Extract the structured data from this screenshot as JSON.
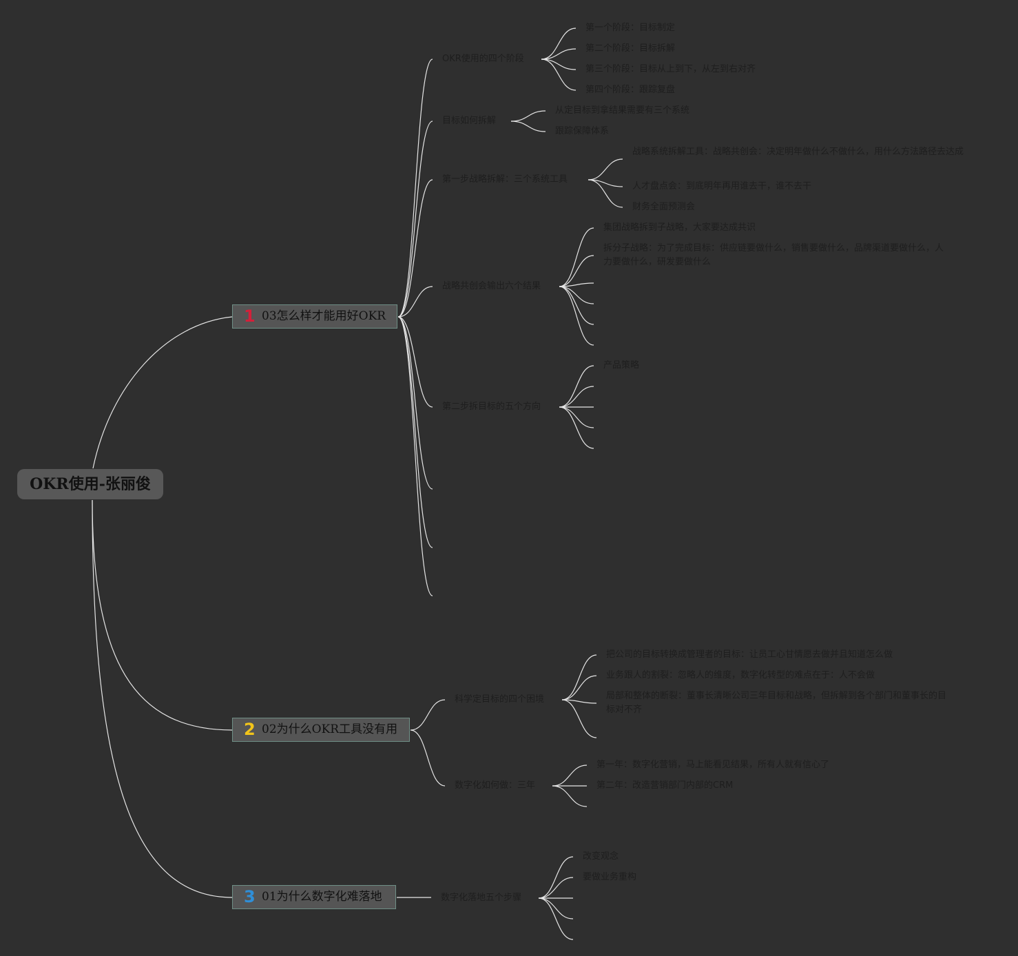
{
  "root": {
    "label": "OKR使用-张丽俊"
  },
  "colors": {
    "badge1": "#d3203a",
    "badge2": "#f2c41a",
    "badge3": "#2f8fd8",
    "line": "#e6e6e6"
  },
  "branches": [
    {
      "badge": "1",
      "label": "03怎么样才能用好OKR",
      "children": [
        {
          "label": "OKR使用的四个阶段",
          "children": [
            "第一个阶段：目标制定",
            "第二个阶段：目标拆解",
            "第三个阶段：目标从上到下，从左到右对齐",
            "第四个阶段：跟踪复盘"
          ]
        },
        {
          "label": "目标如何拆解",
          "children": [
            "从定目标到拿结果需要有三个系统",
            "跟踪保障体系"
          ]
        },
        {
          "label": "第一步战略拆解：三个系统工具",
          "children": [
            "战略系统拆解工具：战略共创会：决定明年做什么不做什么，用什么方法路径去达成",
            "人才盘点会：到底明年再用谁去干，谁不去干",
            "财务全面预测会"
          ]
        },
        {
          "label": "战略共创会输出六个结果",
          "children": [
            "集团战略拆到子战略，大家要达成共识",
            "拆分子战略：为了完成目标：供应链要做什么，销售要做什么，品牌渠道要做什么，人力要做什么，研发要做什么"
          ]
        },
        {
          "label": "第二步拆目标的五个方向",
          "children": [
            "产品策略"
          ]
        }
      ]
    },
    {
      "badge": "2",
      "label": "02为什么OKR工具没有用",
      "children": [
        {
          "label": "科学定目标的四个困境",
          "children": [
            "把公司的目标转换成管理者的目标：让员工心甘情愿去做并且知道怎么做",
            "业务跟人的割裂：忽略人的维度，数字化转型的难点在于：人不会做",
            "局部和整体的断裂：董事长清晰公司三年目标和战略，但拆解到各个部门和董事长的目标对不齐"
          ]
        },
        {
          "label": "数字化如何做：三年",
          "children": [
            "第一年：数字化营销，马上能看见结果，所有人就有信心了",
            "第二年：改造营销部门内部的CRM"
          ]
        }
      ]
    },
    {
      "badge": "3",
      "label": "01为什么数字化难落地",
      "children": [
        {
          "label": "数字化落地五个步骤",
          "children": [
            "改变观念",
            "要做业务重构"
          ]
        }
      ]
    }
  ]
}
